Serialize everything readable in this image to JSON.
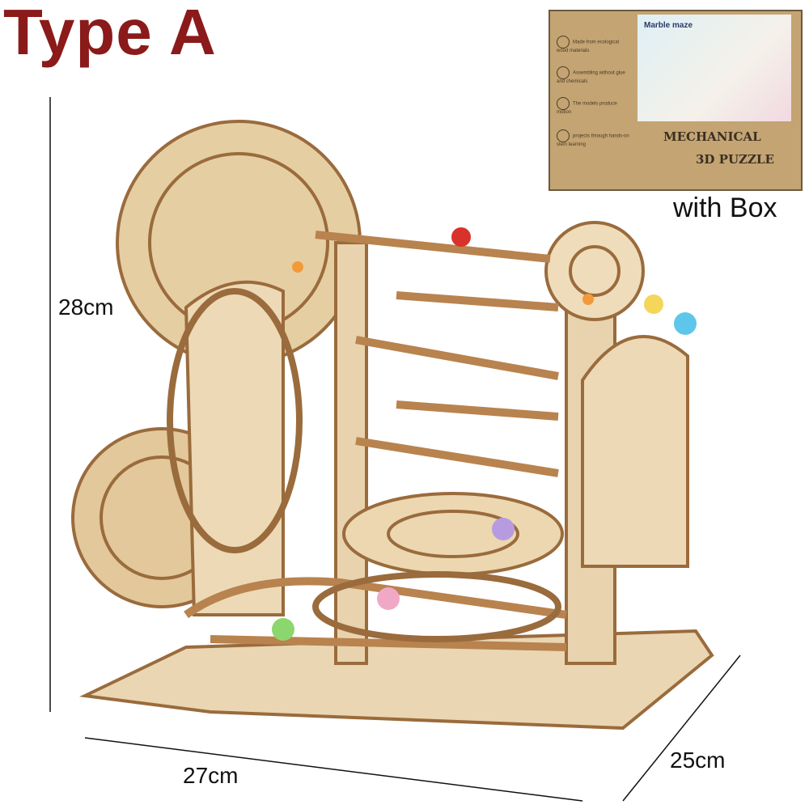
{
  "title": "Type A",
  "dimensions": {
    "height": "28cm",
    "width": "27cm",
    "depth": "25cm"
  },
  "box_caption": "with Box",
  "box": {
    "photo_title": "Marble maze",
    "features": [
      "Made from ecological wood materials",
      "Assembling without glue and chemicals",
      "The models produce motion",
      "projects through hands-on stem learning"
    ],
    "line1": "MECHANICAL",
    "line2": "3D PUZZLE"
  },
  "colors": {
    "title": "#8b1a1a",
    "wood": "#e8d3ae",
    "wood_edge": "#9a6b3c",
    "box": "#c3a472"
  }
}
